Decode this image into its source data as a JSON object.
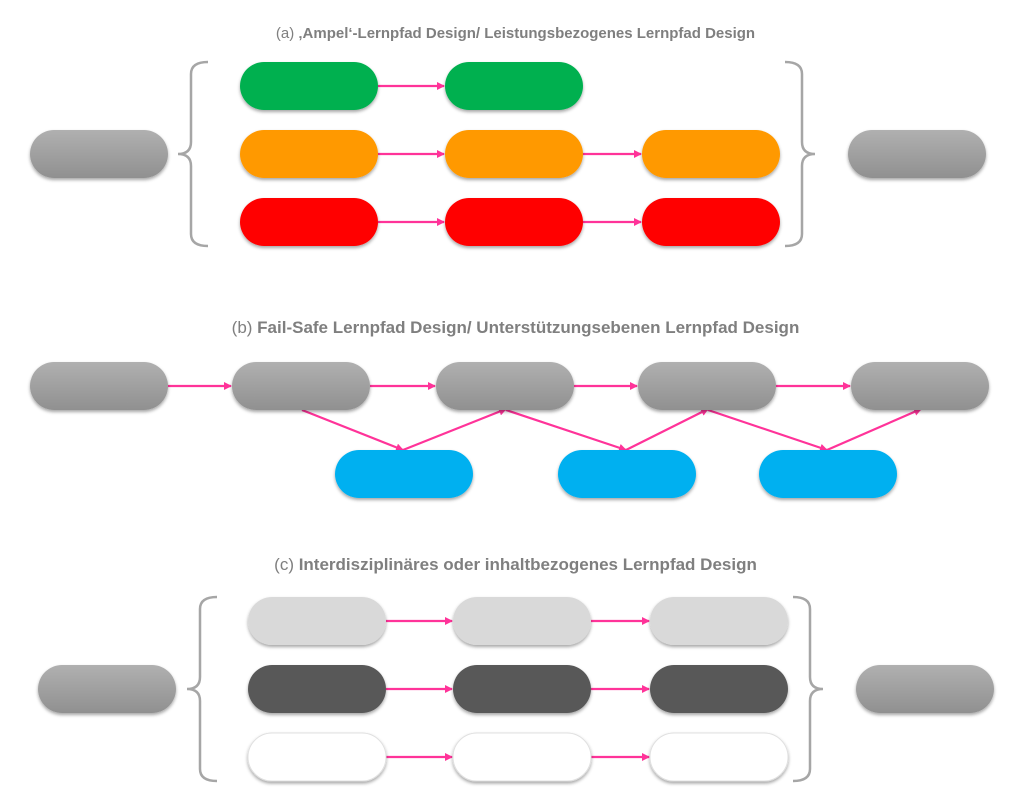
{
  "colors": {
    "arrow": "#ff3399",
    "brace": "#a6a6a6",
    "gray_pill_top": "#b0b0b0",
    "gray_pill_bottom": "#909090",
    "green": "#00b050",
    "orange": "#ff9900",
    "red": "#ff0000",
    "blue": "#00b0f0",
    "light_gray": "#d9d9d9",
    "dark_gray": "#595959",
    "white": "#ffffff",
    "title": "#7f7f7f"
  },
  "sections": {
    "a": {
      "prefix": "(a) ",
      "title": "‚Ampel‘-Lernpfad Design/ Leistungsbezogenes Lernpfad Design",
      "rows": [
        {
          "color": "green",
          "steps": 2
        },
        {
          "color": "orange",
          "steps": 3
        },
        {
          "color": "red",
          "steps": 3
        }
      ]
    },
    "b": {
      "prefix": "(b) ",
      "title": "Fail-Safe Lernpfad Design/ Unterstützungsebenen Lernpfad Design",
      "main_steps": 5,
      "support_steps": 3,
      "support_color": "blue"
    },
    "c": {
      "prefix": "(c) ",
      "title": "Interdisziplinäres oder inhaltbezogenes Lernpfad Design",
      "rows": [
        {
          "color": "light_gray",
          "steps": 3
        },
        {
          "color": "dark_gray",
          "steps": 3
        },
        {
          "color": "white",
          "steps": 3
        }
      ]
    }
  }
}
